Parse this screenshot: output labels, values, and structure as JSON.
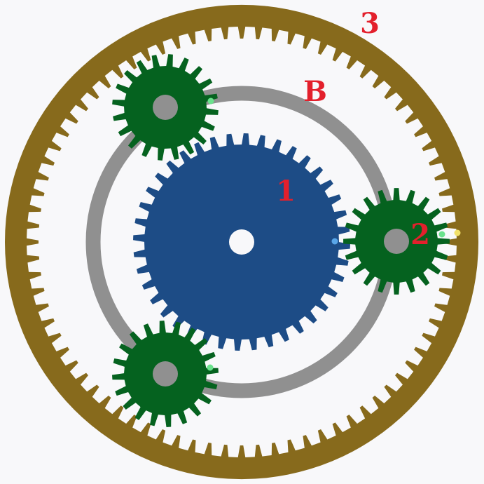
{
  "diagram": {
    "labels": {
      "sun": "1",
      "planet": "2",
      "ring": "3",
      "carrier": "B"
    },
    "colors": {
      "background": "#f8f8fa",
      "ring_gear": "#876a1c",
      "sun_gear": "#1d4c86",
      "planet_gear": "#05621f",
      "carrier": "#909090",
      "hub": "#909090",
      "label": "#e3202c",
      "marker_planet": "#6be28d",
      "marker_sun": "#5aa6e8",
      "marker_ring": "#f1e06a"
    },
    "gears": {
      "sun_teeth": 40,
      "planet_teeth": 20,
      "ring_teeth": 80,
      "planet_count": 3
    }
  }
}
